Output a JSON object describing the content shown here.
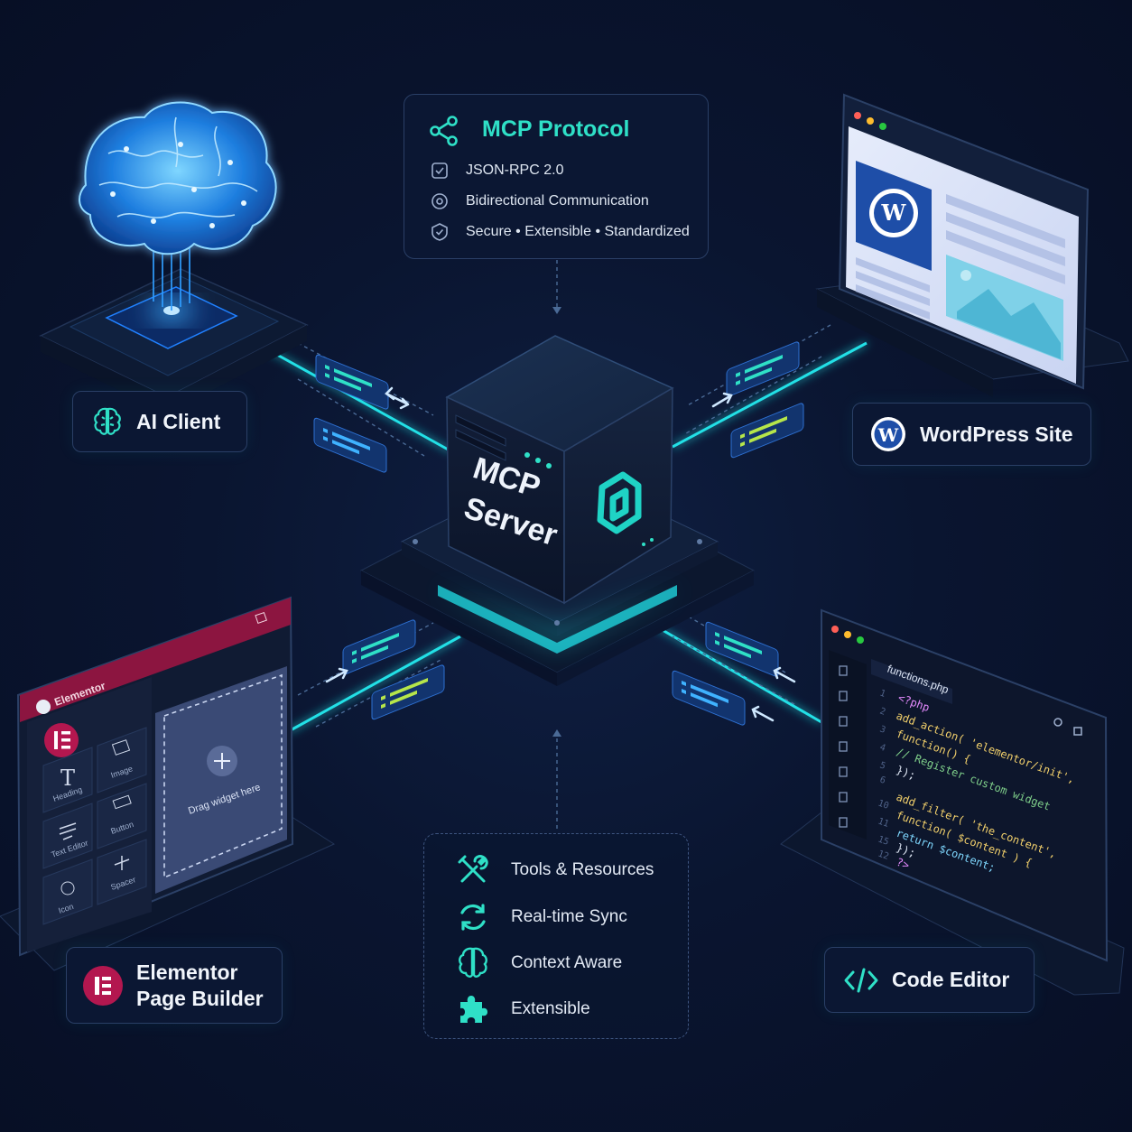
{
  "protocol": {
    "title": "MCP Protocol",
    "items": [
      "JSON-RPC 2.0",
      "Bidirectional Communication",
      "Secure • Extensible • Standardized"
    ]
  },
  "server": {
    "line1": "MCP",
    "line2": "Server"
  },
  "nodes": {
    "ai_client": "AI Client",
    "wordpress": "WordPress Site",
    "elementor_line1": "Elementor",
    "elementor_line2": "Page Builder",
    "code_editor": "Code Editor"
  },
  "features": [
    "Tools & Resources",
    "Real-time Sync",
    "Context Aware",
    "Extensible"
  ],
  "elementor_panel": {
    "app_name": "Elementor",
    "widgets": [
      "Heading",
      "Image",
      "Text Editor",
      "Button",
      "Icon",
      "Spacer"
    ],
    "drop_hint": "Drag widget here"
  },
  "editor": {
    "tab": "functions.php",
    "lines": [
      "<?php",
      "add_action( 'elementor/init',",
      "  function() {",
      "    // Register custom widget",
      "});",
      "",
      "add_filter( 'the_content',",
      "  function( $content ) {",
      "    return $content;",
      "});",
      "?>"
    ],
    "line_numbers": [
      "1",
      "2",
      "3",
      "4",
      "5",
      "6",
      "",
      "10",
      "11",
      "15",
      "12"
    ]
  },
  "colors": {
    "accent": "#2fe0c7",
    "glow": "#19d6e0",
    "elementor": "#b3174f",
    "wordpress": "#1e4ea8"
  }
}
